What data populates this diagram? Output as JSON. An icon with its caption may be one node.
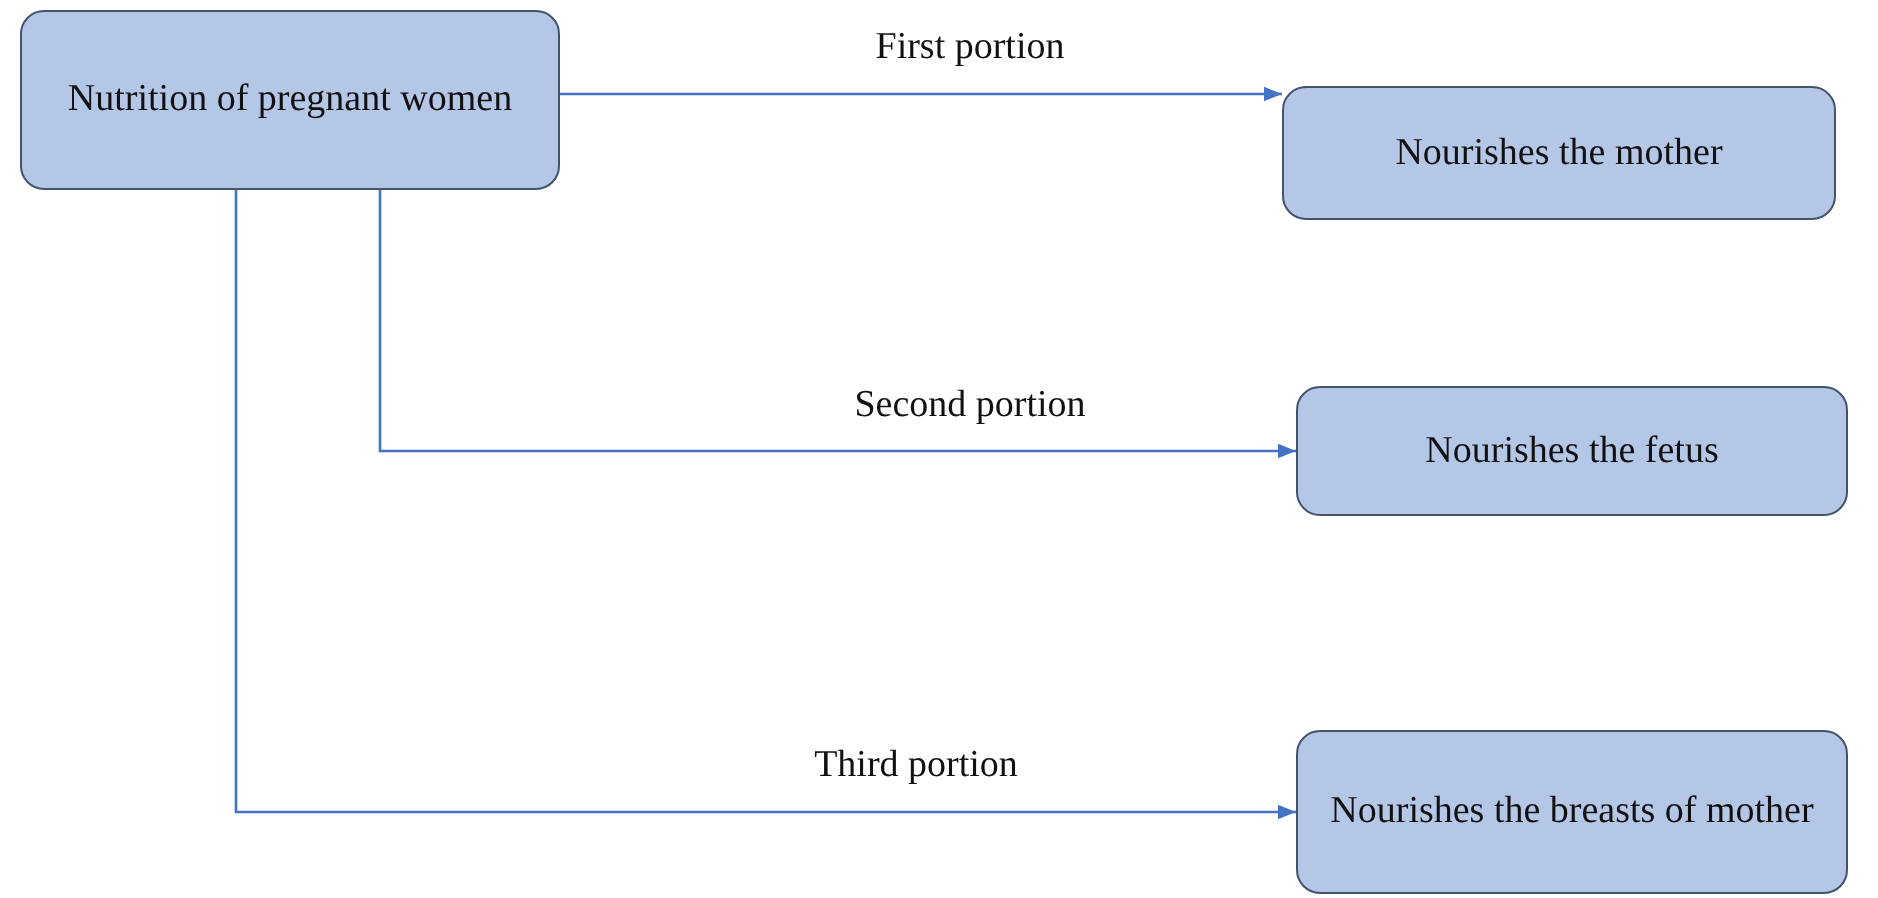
{
  "diagram": {
    "nodes": [
      {
        "text": [
          "Nutrition of pregnant women"
        ]
      },
      {
        "text": [
          "Nourishes the mother"
        ]
      },
      {
        "text": [
          "Nourishes the fetus"
        ]
      },
      {
        "text": [
          "Nourishes the breasts of mother"
        ]
      }
    ],
    "edges": [
      {
        "from": 0,
        "to": 1,
        "arrow": "to",
        "label": "First portion"
      },
      {
        "from": 0,
        "to": 2,
        "arrow": "to",
        "label": "Second portion"
      },
      {
        "from": 0,
        "to": 3,
        "arrow": "to",
        "label": "Third portion"
      }
    ]
  }
}
